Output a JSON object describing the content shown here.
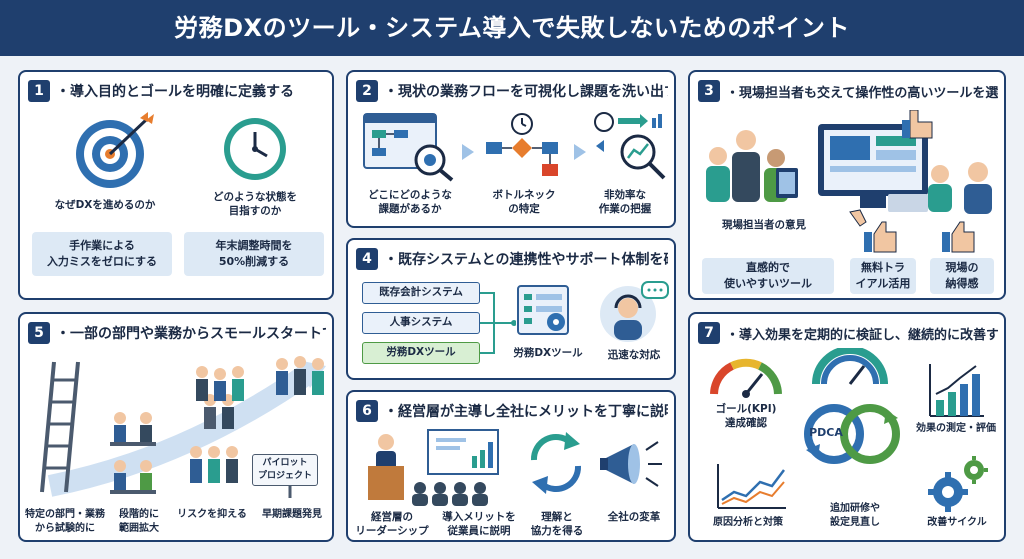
{
  "title": "労務DXのツール・システム導入で失敗しないためのポイント",
  "colors": {
    "navy": "#1f3f6e",
    "blue": "#2f6fb0",
    "teal": "#2a9d8f",
    "green": "#4e9a45",
    "orange": "#e77d2e",
    "red": "#d9462b",
    "chip": "#dde9f5"
  },
  "p1": {
    "num": "1",
    "title": "・導入目的とゴールを明確に定義する",
    "why": "なぜDXを進めるのか",
    "state": "どのような状態を\n目指すのか",
    "chip1": "手作業による\n入力ミスをゼロにする",
    "chip2": "年末調整時間を\n50%削減する",
    "icons": [
      "target-icon",
      "clock-icon"
    ]
  },
  "p2": {
    "num": "2",
    "title": "・現状の業務フローを可視化し課題を洗い出す",
    "labels": [
      "どこにどのような\n課題があるか",
      "ボトルネック\nの特定",
      "非効率な\n作業の把握"
    ]
  },
  "p3": {
    "num": "3",
    "title": "・現場担当者も交えて操作性の高いツールを選ぶ",
    "opinion": "現場担当者の意見",
    "chips": [
      "直感的で\n使いやすいツール",
      "無料トラ\nイアル活用",
      "現場の\n納得感"
    ]
  },
  "p4": {
    "num": "4",
    "title": "・既存システムとの連携性やサポート体制を確認する",
    "systems": [
      "既存会計システム",
      "人事システム",
      "労務DXツール"
    ],
    "tool": "労務DXツール",
    "support": "迅速な対応"
  },
  "p5": {
    "num": "5",
    "title": "・一部の部門や業務からスモールスタートで始める",
    "labels": [
      "特定の部門・業務\nから試験的に",
      "段階的に\n範囲拡大",
      "リスクを抑える",
      "早期課題発見"
    ],
    "pilot": "パイロット\nプロジェクト"
  },
  "p6": {
    "num": "6",
    "title": "・経営層が主導し全社にメリットを丁寧に説明する",
    "labels": [
      "経営層の\nリーダーシップ",
      "導入メリットを\n従業員に説明",
      "理解と\n協力を得る",
      "全社の変革"
    ]
  },
  "p7": {
    "num": "7",
    "title": "・導入効果を定期的に検証し、継続的に改善する",
    "kpi": "ゴール(KPI)\n達成確認",
    "measure": "効果の測定・評価",
    "pdca": "PDCA",
    "analysis": "原因分析と対策",
    "training": "追加研修や\n設定見直し",
    "cycle": "改善サイクル"
  }
}
